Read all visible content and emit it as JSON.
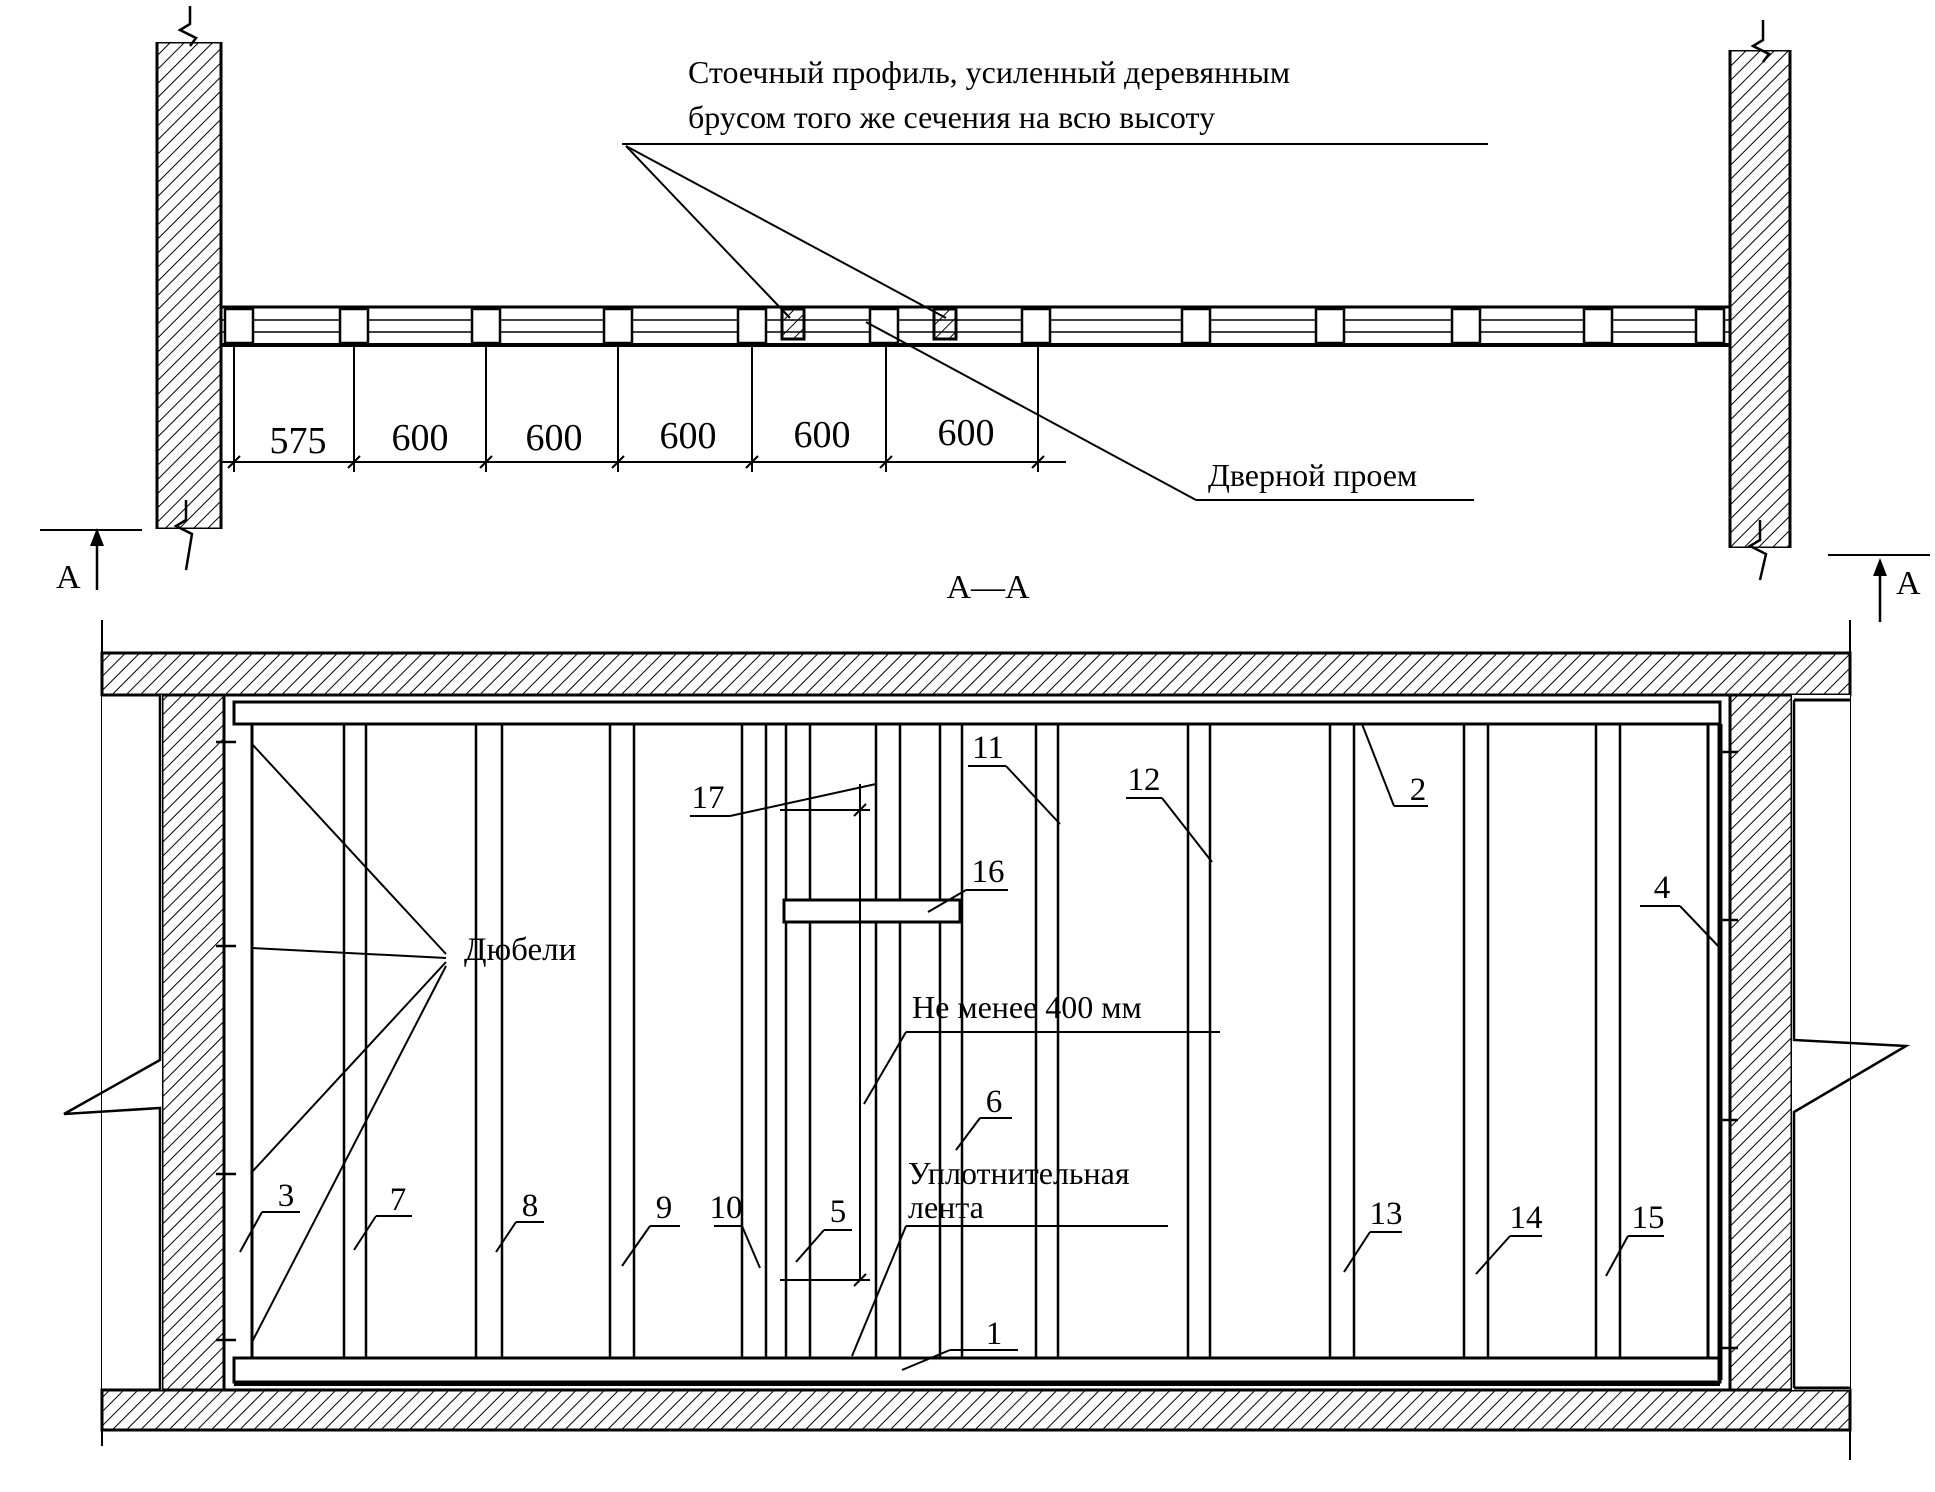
{
  "plan": {
    "callout_profile_line1": "Стоечный профиль, усиленный деревянным",
    "callout_profile_line2": "брусом того же сечения на всю высоту",
    "callout_door": "Дверной проем",
    "dimensions": [
      "575",
      "600",
      "600",
      "600",
      "600",
      "600"
    ],
    "section_marker_left": "А",
    "section_marker_right": "А"
  },
  "section": {
    "title": "А—А",
    "label_dowels": "Дюбели",
    "label_min_distance": "Не менее 400 мм",
    "label_tape_line1": "Уплотнительная",
    "label_tape_line2": "лента",
    "part_numbers": [
      "1",
      "2",
      "3",
      "4",
      "5",
      "6",
      "7",
      "8",
      "9",
      "10",
      "11",
      "12",
      "13",
      "14",
      "15",
      "16",
      "17"
    ]
  }
}
